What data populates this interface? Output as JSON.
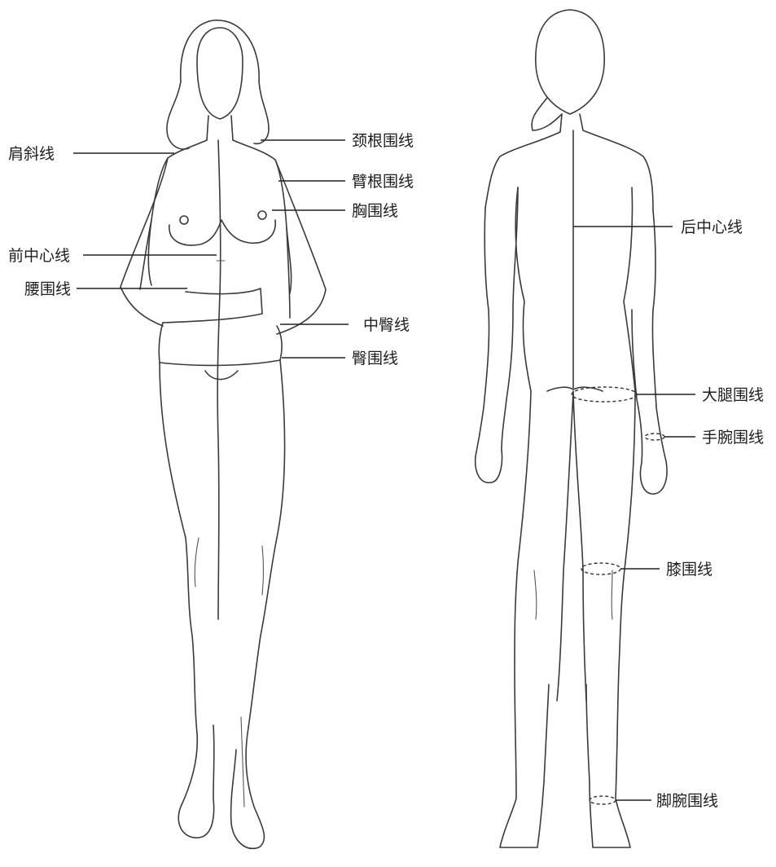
{
  "front_labels": {
    "shoulder_slope": "肩斜线",
    "neck_base": "颈根围线",
    "armhole": "臂根围线",
    "bust": "胸围线",
    "center_front": "前中心线",
    "waist": "腰围线",
    "mid_hip": "中臀线",
    "hip": "臀围线"
  },
  "back_labels": {
    "center_back": "后中心线",
    "thigh": "大腿围线",
    "wrist": "手腕围线",
    "knee": "膝围线",
    "ankle": "脚腕围线"
  }
}
